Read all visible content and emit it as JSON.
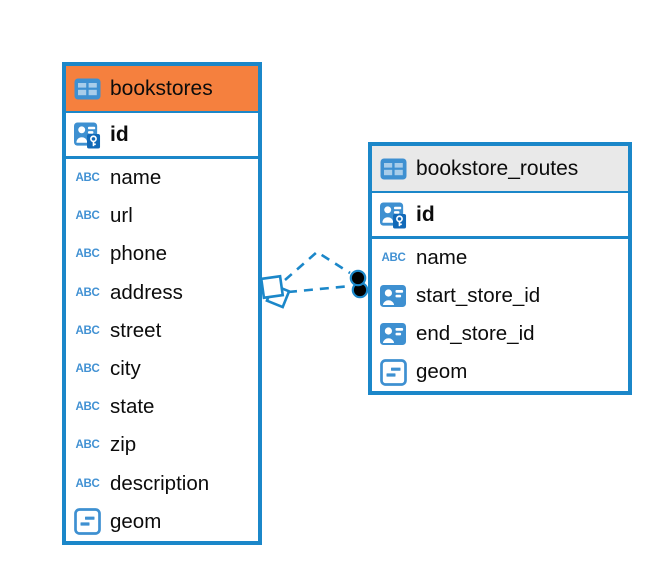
{
  "app": {
    "view": "database-er-diagram"
  },
  "colors": {
    "table_border_blue": "#1b87c9",
    "icon_blue": "#3e90d1",
    "icon_dark_blue": "#1169b8",
    "icon_cell_light": "rgba(255,255,255,0.55)",
    "bookstores_header_orange": "#f5803e",
    "routes_header_gray": "#e9e9e9",
    "connector_blue": "#1b87c9",
    "dot_black": "#000000",
    "text_black": "#0c0c0c"
  },
  "tables": [
    {
      "name": "bookstores",
      "header_style": "orange",
      "columns": [
        {
          "name": "id",
          "type_icon": "primary-key",
          "primary": true
        },
        {
          "name": "name",
          "type_icon": "text"
        },
        {
          "name": "url",
          "type_icon": "text"
        },
        {
          "name": "phone",
          "type_icon": "text"
        },
        {
          "name": "address",
          "type_icon": "text"
        },
        {
          "name": "street",
          "type_icon": "text"
        },
        {
          "name": "city",
          "type_icon": "text"
        },
        {
          "name": "state",
          "type_icon": "text"
        },
        {
          "name": "zip",
          "type_icon": "text"
        },
        {
          "name": "description",
          "type_icon": "text"
        },
        {
          "name": "geom",
          "type_icon": "geometry"
        }
      ]
    },
    {
      "name": "bookstore_routes",
      "header_style": "gray",
      "columns": [
        {
          "name": "id",
          "type_icon": "primary-key",
          "primary": true
        },
        {
          "name": "name",
          "type_icon": "text"
        },
        {
          "name": "start_store_id",
          "type_icon": "reference"
        },
        {
          "name": "end_store_id",
          "type_icon": "reference"
        },
        {
          "name": "geom",
          "type_icon": "geometry"
        }
      ]
    }
  ],
  "relationship": {
    "from_table": "bookstores",
    "to_table": "bookstore_routes",
    "line_style": "dashed",
    "from_end_symbol": "double-square",
    "to_end_symbol": "double-dot"
  }
}
